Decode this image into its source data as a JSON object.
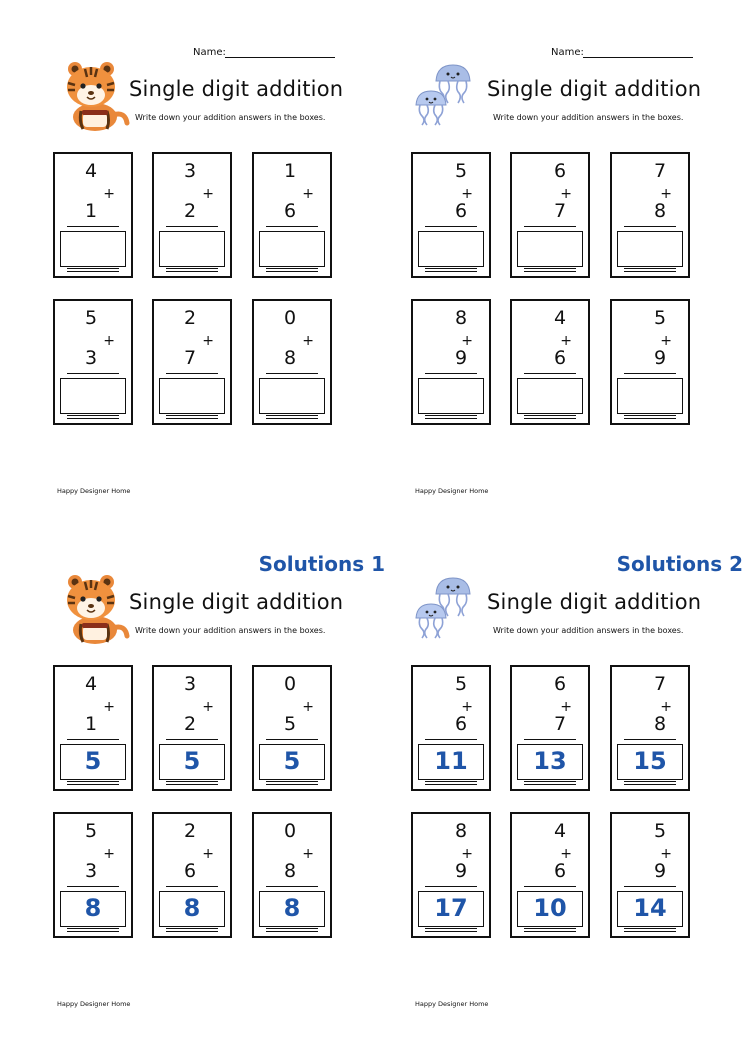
{
  "colors": {
    "accent": "#1f55a8"
  },
  "worksheets": [
    {
      "name_label": "Name:",
      "solutions_label": "",
      "mascot_icon": "tiger-icon",
      "title": "Single digit addition",
      "subtitle": "Write down your addition answers in the boxes.",
      "footer": "Happy Designer Home",
      "problems": [
        {
          "a": "4",
          "op": "+",
          "b": "1",
          "answer": ""
        },
        {
          "a": "3",
          "op": "+",
          "b": "2",
          "answer": ""
        },
        {
          "a": "1",
          "op": "+",
          "b": "6",
          "answer": ""
        },
        {
          "a": "5",
          "op": "+",
          "b": "3",
          "answer": ""
        },
        {
          "a": "2",
          "op": "+",
          "b": "7",
          "answer": ""
        },
        {
          "a": "0",
          "op": "+",
          "b": "8",
          "answer": ""
        }
      ]
    },
    {
      "name_label": "Name:",
      "solutions_label": "",
      "mascot_icon": "jellyfish-icon",
      "title": "Single digit addition",
      "subtitle": "Write down your addition answers in the boxes.",
      "footer": "Happy Designer Home",
      "problems": [
        {
          "a": "5",
          "op": "+",
          "b": "6",
          "answer": ""
        },
        {
          "a": "6",
          "op": "+",
          "b": "7",
          "answer": ""
        },
        {
          "a": "7",
          "op": "+",
          "b": "8",
          "answer": ""
        },
        {
          "a": "8",
          "op": "+",
          "b": "9",
          "answer": ""
        },
        {
          "a": "4",
          "op": "+",
          "b": "6",
          "answer": ""
        },
        {
          "a": "5",
          "op": "+",
          "b": "9",
          "answer": ""
        }
      ]
    },
    {
      "name_label": "",
      "solutions_label": "Solutions 1",
      "mascot_icon": "tiger-icon",
      "title": "Single digit addition",
      "subtitle": "Write down your addition answers in the boxes.",
      "footer": "Happy Designer Home",
      "problems": [
        {
          "a": "4",
          "op": "+",
          "b": "1",
          "answer": "5"
        },
        {
          "a": "3",
          "op": "+",
          "b": "2",
          "answer": "5"
        },
        {
          "a": "0",
          "op": "+",
          "b": "5",
          "answer": "5"
        },
        {
          "a": "5",
          "op": "+",
          "b": "3",
          "answer": "8"
        },
        {
          "a": "2",
          "op": "+",
          "b": "6",
          "answer": "8"
        },
        {
          "a": "0",
          "op": "+",
          "b": "8",
          "answer": "8"
        }
      ]
    },
    {
      "name_label": "",
      "solutions_label": "Solutions 2",
      "mascot_icon": "jellyfish-icon",
      "title": "Single digit addition",
      "subtitle": "Write down your addition answers in the boxes.",
      "footer": "Happy Designer Home",
      "problems": [
        {
          "a": "5",
          "op": "+",
          "b": "6",
          "answer": "11"
        },
        {
          "a": "6",
          "op": "+",
          "b": "7",
          "answer": "13"
        },
        {
          "a": "7",
          "op": "+",
          "b": "8",
          "answer": "15"
        },
        {
          "a": "8",
          "op": "+",
          "b": "9",
          "answer": "17"
        },
        {
          "a": "4",
          "op": "+",
          "b": "6",
          "answer": "10"
        },
        {
          "a": "5",
          "op": "+",
          "b": "9",
          "answer": "14"
        }
      ]
    }
  ]
}
